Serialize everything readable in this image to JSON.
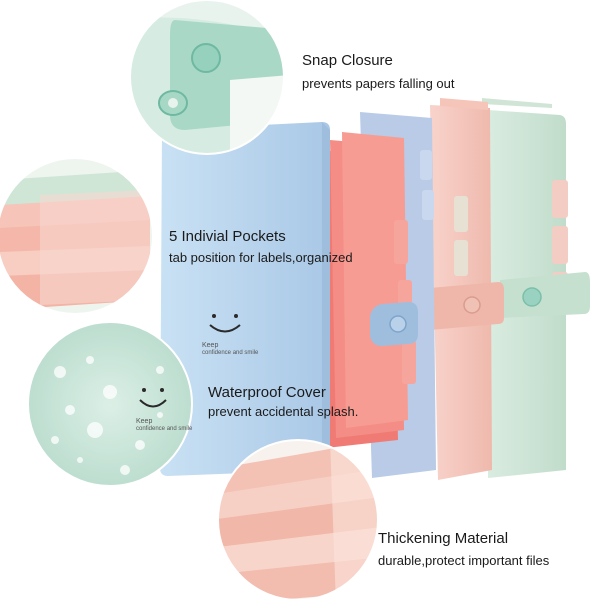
{
  "features": [
    {
      "title": "Snap Closure",
      "subtitle": "prevents papers falling out"
    },
    {
      "title": "5 Indivial Pockets",
      "subtitle": "tab position for labels,organized"
    },
    {
      "title": "Waterproof Cover",
      "subtitle": "prevent accidental splash."
    },
    {
      "title": "Thickening Material",
      "subtitle": "durable,protect important files"
    }
  ],
  "cover_print": {
    "word": "Keep",
    "tagline": "confidence and smile"
  },
  "colors": {
    "blue_folder": "#bcd7ee",
    "pink_dividers": "#f4857e",
    "peach_folder": "#f6c9c0",
    "mint_folder": "#cfe6d7",
    "snap_mint": "#8fd3c0",
    "background": "#ffffff"
  }
}
